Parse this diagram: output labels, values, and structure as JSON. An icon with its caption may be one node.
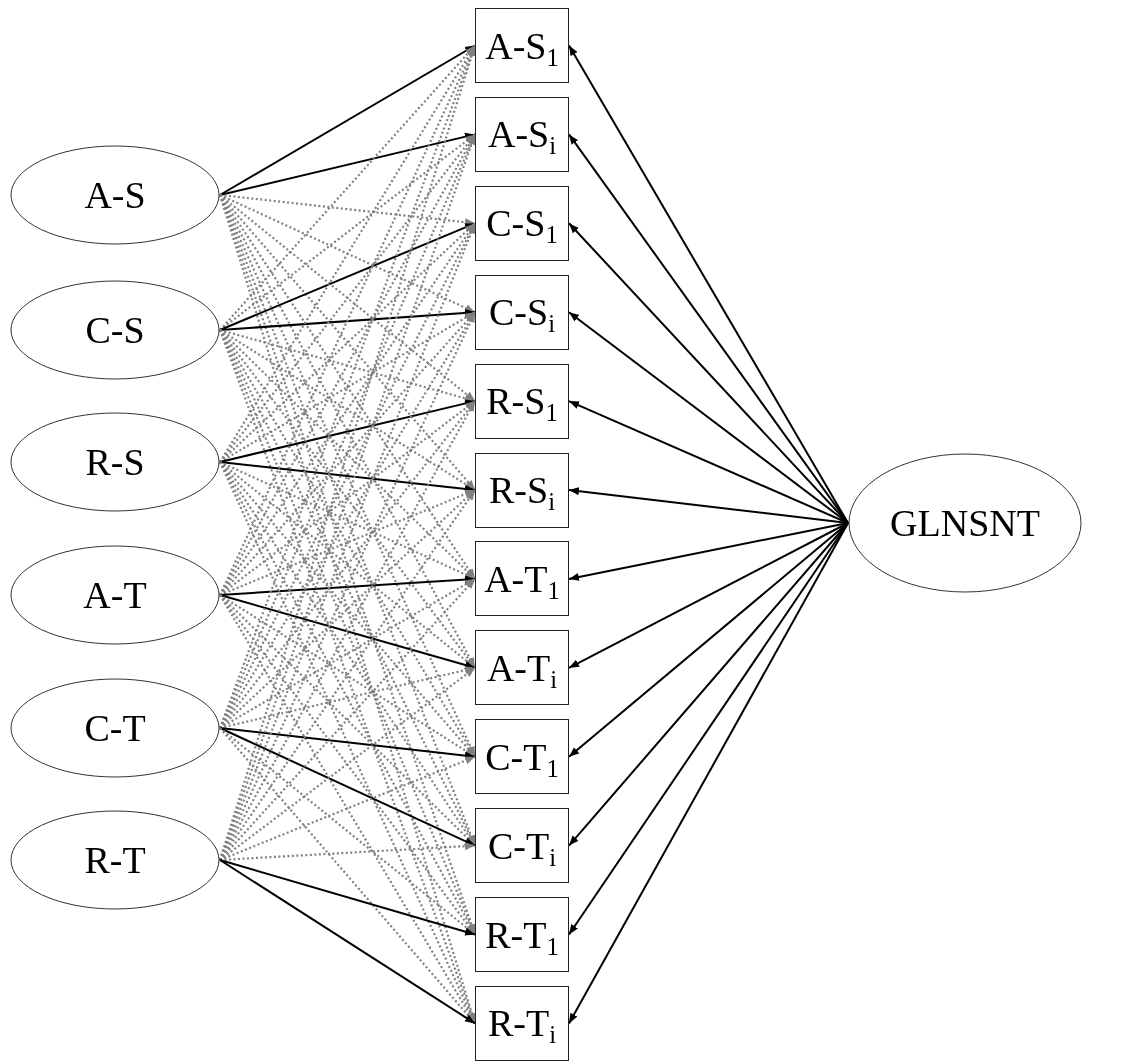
{
  "diagram": {
    "nodes": [
      {
        "text": [
          "A-S"
        ]
      },
      {
        "text": [
          "C-S"
        ]
      },
      {
        "text": [
          "R-S"
        ]
      },
      {
        "text": [
          "A-T"
        ]
      },
      {
        "text": [
          "C-T"
        ]
      },
      {
        "text": [
          "R-T"
        ]
      },
      {
        "text": [
          "A-S$_{1}$"
        ]
      },
      {
        "text": [
          "A-S$_{i}$"
        ]
      },
      {
        "text": [
          "C-S$_{1}$"
        ]
      },
      {
        "text": [
          "C-S$_{i}$"
        ]
      },
      {
        "text": [
          "R-S$_{1}$"
        ]
      },
      {
        "text": [
          "R-S$_{i}$"
        ]
      },
      {
        "text": [
          "A-T$_{1}$"
        ]
      },
      {
        "text": [
          "A-T$_{i}$"
        ]
      },
      {
        "text": [
          "C-T$_{1}$"
        ]
      },
      {
        "text": [
          "C-T$_{i}$"
        ]
      },
      {
        "text": [
          "R-T$_{1}$"
        ]
      },
      {
        "text": [
          "R-T$_{i}$"
        ]
      },
      {
        "text": [
          "GLNSNT"
        ]
      }
    ],
    "edges": [
      {
        "from": 0,
        "to": 6,
        "arrow": "to",
        "color": "#000000"
      },
      {
        "from": 0,
        "to": 7,
        "arrow": "to",
        "color": "#000000"
      },
      {
        "from": 0,
        "to": 8,
        "arrow": "to",
        "style": "dashed"
      },
      {
        "from": 0,
        "to": 9,
        "arrow": "to",
        "style": "dashed"
      },
      {
        "from": 0,
        "to": 10,
        "arrow": "to",
        "style": "dashed"
      },
      {
        "from": 0,
        "to": 11,
        "arrow": "to",
        "style": "dashed"
      },
      {
        "from": 0,
        "to": 12,
        "arrow": "to",
        "style": "dashed"
      },
      {
        "from": 0,
        "to": 13,
        "arrow": "to",
        "style": "dashed"
      },
      {
        "from": 0,
        "to": 14,
        "arrow": "to",
        "style": "dashed"
      },
      {
        "from": 0,
        "to": 15,
        "arrow": "to",
        "style": "dashed"
      },
      {
        "from": 0,
        "to": 16,
        "arrow": "to",
        "style": "dashed"
      },
      {
        "from": 0,
        "to": 17,
        "arrow": "to",
        "style": "dashed"
      },
      {
        "from": 1,
        "to": 6,
        "arrow": "to",
        "style": "dashed"
      },
      {
        "from": 1,
        "to": 7,
        "arrow": "to",
        "style": "dashed"
      },
      {
        "from": 1,
        "to": 8,
        "arrow": "to",
        "color": "#000000"
      },
      {
        "from": 1,
        "to": 9,
        "arrow": "to",
        "color": "#000000"
      },
      {
        "from": 1,
        "to": 10,
        "arrow": "to",
        "style": "dashed"
      },
      {
        "from": 1,
        "to": 11,
        "arrow": "to",
        "style": "dashed"
      },
      {
        "from": 1,
        "to": 12,
        "arrow": "to",
        "style": "dashed"
      },
      {
        "from": 1,
        "to": 13,
        "arrow": "to",
        "style": "dashed"
      },
      {
        "from": 1,
        "to": 14,
        "arrow": "to",
        "style": "dashed"
      },
      {
        "from": 1,
        "to": 15,
        "arrow": "to",
        "style": "dashed"
      },
      {
        "from": 1,
        "to": 16,
        "arrow": "to",
        "style": "dashed"
      },
      {
        "from": 1,
        "to": 17,
        "arrow": "to",
        "style": "dashed"
      },
      {
        "from": 2,
        "to": 6,
        "arrow": "to",
        "style": "dashed"
      },
      {
        "from": 2,
        "to": 7,
        "arrow": "to",
        "style": "dashed"
      },
      {
        "from": 2,
        "to": 8,
        "arrow": "to",
        "style": "dashed"
      },
      {
        "from": 2,
        "to": 9,
        "arrow": "to",
        "style": "dashed"
      },
      {
        "from": 2,
        "to": 10,
        "arrow": "to",
        "color": "#000000"
      },
      {
        "from": 2,
        "to": 11,
        "arrow": "to",
        "color": "#000000"
      },
      {
        "from": 2,
        "to": 12,
        "arrow": "to",
        "style": "dashed"
      },
      {
        "from": 2,
        "to": 13,
        "arrow": "to",
        "style": "dashed"
      },
      {
        "from": 2,
        "to": 14,
        "arrow": "to",
        "style": "dashed"
      },
      {
        "from": 2,
        "to": 15,
        "arrow": "to",
        "style": "dashed"
      },
      {
        "from": 2,
        "to": 16,
        "arrow": "to",
        "style": "dashed"
      },
      {
        "from": 2,
        "to": 17,
        "arrow": "to",
        "style": "dashed"
      },
      {
        "from": 3,
        "to": 6,
        "arrow": "to",
        "style": "dashed"
      },
      {
        "from": 3,
        "to": 7,
        "arrow": "to",
        "style": "dashed"
      },
      {
        "from": 3,
        "to": 8,
        "arrow": "to",
        "style": "dashed"
      },
      {
        "from": 3,
        "to": 9,
        "arrow": "to",
        "style": "dashed"
      },
      {
        "from": 3,
        "to": 10,
        "arrow": "to",
        "style": "dashed"
      },
      {
        "from": 3,
        "to": 11,
        "arrow": "to",
        "style": "dashed"
      },
      {
        "from": 3,
        "to": 12,
        "arrow": "to",
        "color": "#000000"
      },
      {
        "from": 3,
        "to": 13,
        "arrow": "to",
        "color": "#000000"
      },
      {
        "from": 3,
        "to": 14,
        "arrow": "to",
        "style": "dashed"
      },
      {
        "from": 3,
        "to": 15,
        "arrow": "to",
        "style": "dashed"
      },
      {
        "from": 3,
        "to": 16,
        "arrow": "to",
        "style": "dashed"
      },
      {
        "from": 3,
        "to": 17,
        "arrow": "to",
        "style": "dashed"
      },
      {
        "from": 4,
        "to": 6,
        "arrow": "to",
        "style": "dashed"
      },
      {
        "from": 4,
        "to": 7,
        "arrow": "to",
        "style": "dashed"
      },
      {
        "from": 4,
        "to": 8,
        "arrow": "to",
        "style": "dashed"
      },
      {
        "from": 4,
        "to": 9,
        "arrow": "to",
        "style": "dashed"
      },
      {
        "from": 4,
        "to": 10,
        "arrow": "to",
        "style": "dashed"
      },
      {
        "from": 4,
        "to": 11,
        "arrow": "to",
        "style": "dashed"
      },
      {
        "from": 4,
        "to": 12,
        "arrow": "to",
        "style": "dashed"
      },
      {
        "from": 4,
        "to": 13,
        "arrow": "to",
        "style": "dashed"
      },
      {
        "from": 4,
        "to": 14,
        "arrow": "to",
        "color": "#000000"
      },
      {
        "from": 4,
        "to": 15,
        "arrow": "to",
        "color": "#000000"
      },
      {
        "from": 4,
        "to": 16,
        "arrow": "to",
        "style": "dashed"
      },
      {
        "from": 4,
        "to": 17,
        "arrow": "to",
        "style": "dashed"
      },
      {
        "from": 5,
        "to": 6,
        "arrow": "to",
        "style": "dashed"
      },
      {
        "from": 5,
        "to": 7,
        "arrow": "to",
        "style": "dashed"
      },
      {
        "from": 5,
        "to": 8,
        "arrow": "to",
        "style": "dashed"
      },
      {
        "from": 5,
        "to": 9,
        "arrow": "to",
        "style": "dashed"
      },
      {
        "from": 5,
        "to": 10,
        "arrow": "to",
        "style": "dashed"
      },
      {
        "from": 5,
        "to": 11,
        "arrow": "to",
        "style": "dashed"
      },
      {
        "from": 5,
        "to": 12,
        "arrow": "to",
        "style": "dashed"
      },
      {
        "from": 5,
        "to": 13,
        "arrow": "to",
        "style": "dashed"
      },
      {
        "from": 5,
        "to": 14,
        "arrow": "to",
        "style": "dashed"
      },
      {
        "from": 5,
        "to": 15,
        "arrow": "to",
        "style": "dashed"
      },
      {
        "from": 5,
        "to": 16,
        "arrow": "to",
        "color": "#000000"
      },
      {
        "from": 5,
        "to": 17,
        "arrow": "to",
        "color": "#000000"
      },
      {
        "from": 18,
        "to": 6,
        "arrow": "to",
        "color": "#000000"
      },
      {
        "from": 18,
        "to": 7,
        "arrow": "to",
        "color": "#000000"
      },
      {
        "from": 18,
        "to": 8,
        "arrow": "to",
        "color": "#000000"
      },
      {
        "from": 18,
        "to": 9,
        "arrow": "to",
        "color": "#000000"
      },
      {
        "from": 18,
        "to": 10,
        "arrow": "to",
        "color": "#000000"
      },
      {
        "from": 18,
        "to": 11,
        "arrow": "to",
        "color": "#000000"
      },
      {
        "from": 18,
        "to": 12,
        "arrow": "to",
        "color": "#000000"
      },
      {
        "from": 18,
        "to": 13,
        "arrow": "to",
        "color": "#000000"
      },
      {
        "from": 18,
        "to": 14,
        "arrow": "to",
        "color": "#000000"
      },
      {
        "from": 18,
        "to": 15,
        "arrow": "to",
        "color": "#000000"
      },
      {
        "from": 18,
        "to": 16,
        "arrow": "to",
        "color": "#000000"
      },
      {
        "from": 18,
        "to": 17,
        "arrow": "to",
        "color": "#000000"
      }
    ]
  }
}
